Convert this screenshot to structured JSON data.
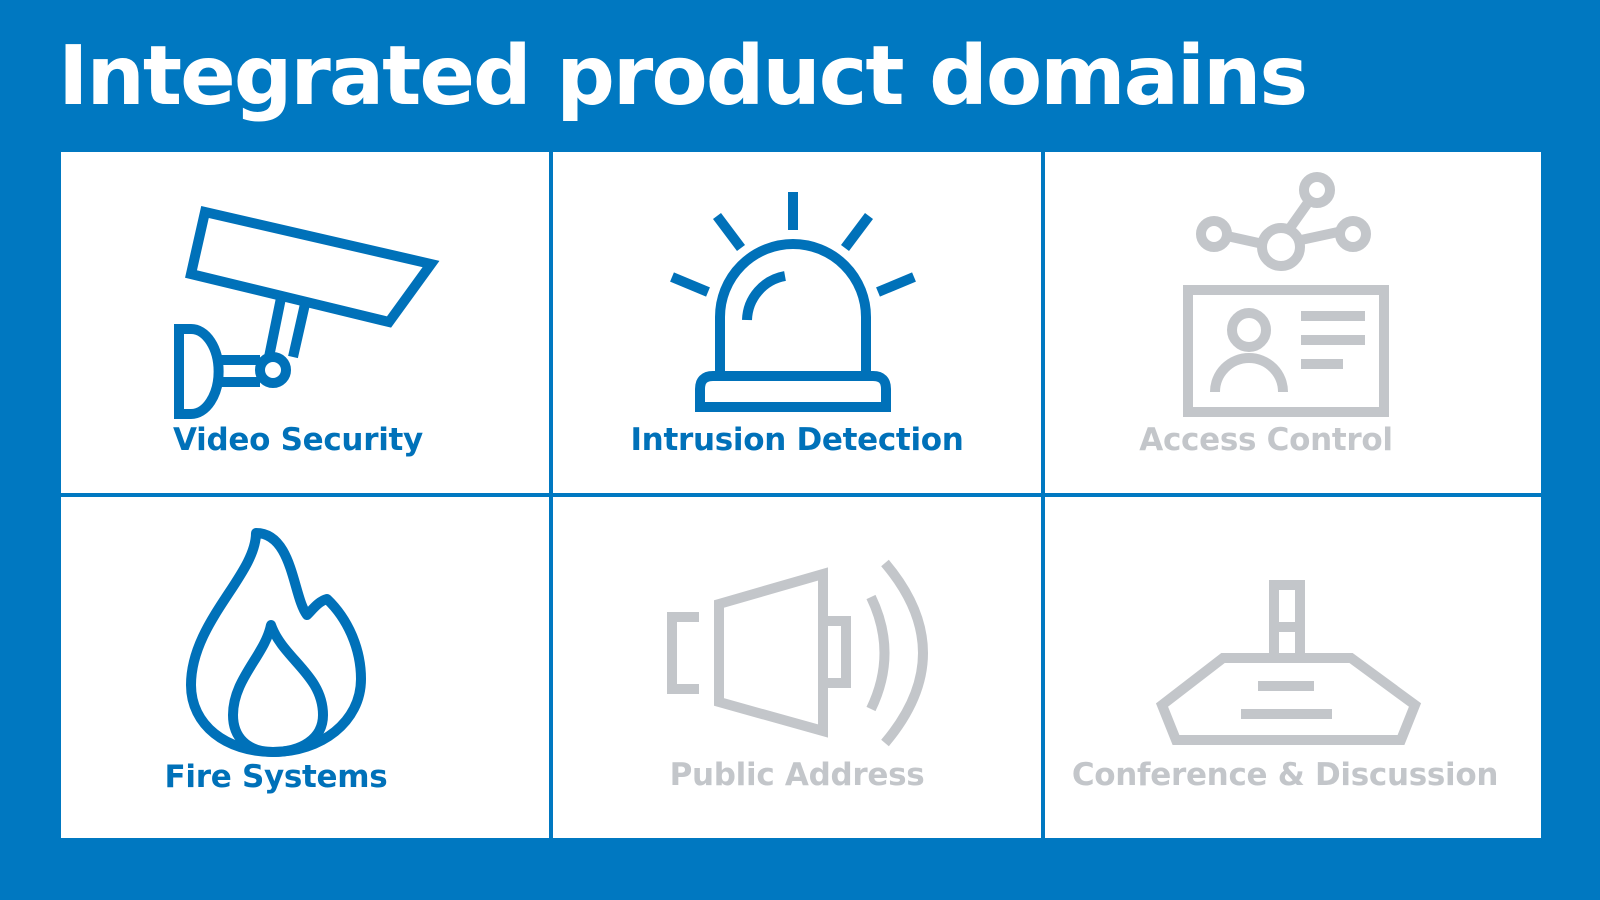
{
  "heading": "Integrated product domains",
  "colors": {
    "background": "#0078c1",
    "active": "#0071b9",
    "inactive": "#c3c6ca",
    "tile": "#ffffff"
  },
  "domains": [
    {
      "label": "Video Security",
      "icon": "security-camera-icon",
      "state": "active"
    },
    {
      "label": "Intrusion Detection",
      "icon": "alarm-siren-icon",
      "state": "active"
    },
    {
      "label": "Access Control",
      "icon": "id-card-network-icon",
      "state": "inactive"
    },
    {
      "label": "Fire Systems",
      "icon": "flame-icon",
      "state": "active"
    },
    {
      "label": "Public Address",
      "icon": "loudspeaker-icon",
      "state": "inactive"
    },
    {
      "label": "Conference & Discussion",
      "icon": "conference-microphone-icon",
      "state": "inactive"
    }
  ]
}
